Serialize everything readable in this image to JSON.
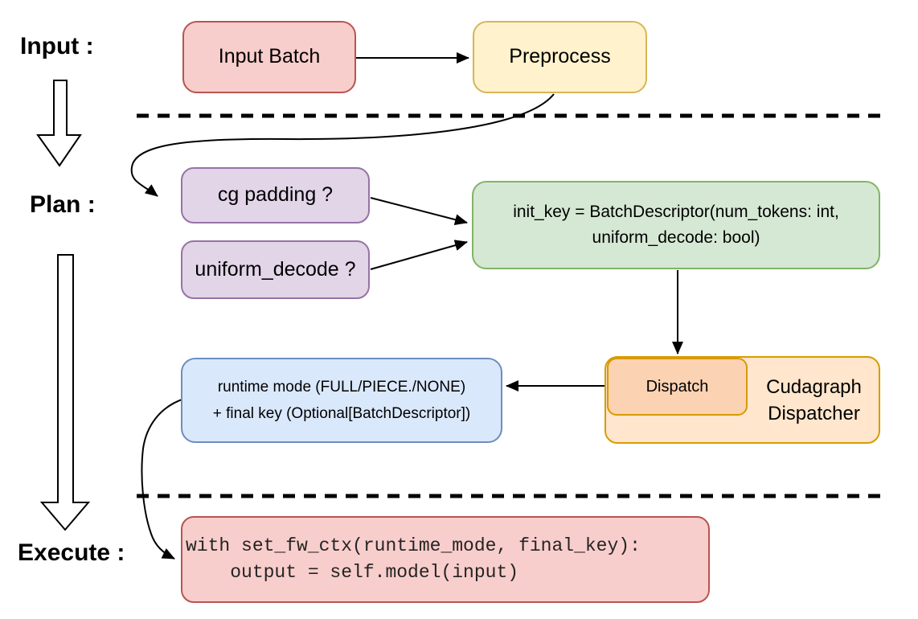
{
  "section_labels": {
    "input": "Input :",
    "plan": "Plan :",
    "execute": "Execute :"
  },
  "nodes": {
    "input_batch": {
      "label": "Input Batch"
    },
    "preprocess": {
      "label": "Preprocess"
    },
    "cg_padding": {
      "label": "cg padding ?"
    },
    "uniform_decode": {
      "label": "uniform_decode ?"
    },
    "init_key": {
      "line1": "init_key = BatchDescriptor(num_tokens: int,",
      "line2": "uniform_decode: bool)"
    },
    "dispatch": {
      "label": "Dispatch"
    },
    "cudagraph_dispatcher": {
      "line1": "Cudagraph",
      "line2": "Dispatcher"
    },
    "runtime_result": {
      "line1": "runtime mode (FULL/PIECE./NONE)",
      "line2": "+ final key (Optional[BatchDescriptor])"
    },
    "execute_code": {
      "line1": "with set_fw_ctx(runtime_mode, final_key):",
      "line2": "    output = self.model(input)"
    }
  },
  "colors": {
    "canvas-bg": "#FFFFFF",
    "text": "#000000",
    "red-fill": "#F8CECC",
    "red-stroke": "#B85450",
    "yellow-fill": "#FFF2CC",
    "yellow-stroke": "#D6B656",
    "purple-fill": "#E1D5E7",
    "purple-stroke": "#9673A6",
    "green-fill": "#D5E8D4",
    "green-stroke": "#82B366",
    "orange-fill": "#FFE6CC",
    "orange-inner-fill": "#FBD2B2",
    "orange-stroke": "#D79B00",
    "blue-fill": "#DAE8FC",
    "blue-stroke": "#6C8EBF"
  }
}
